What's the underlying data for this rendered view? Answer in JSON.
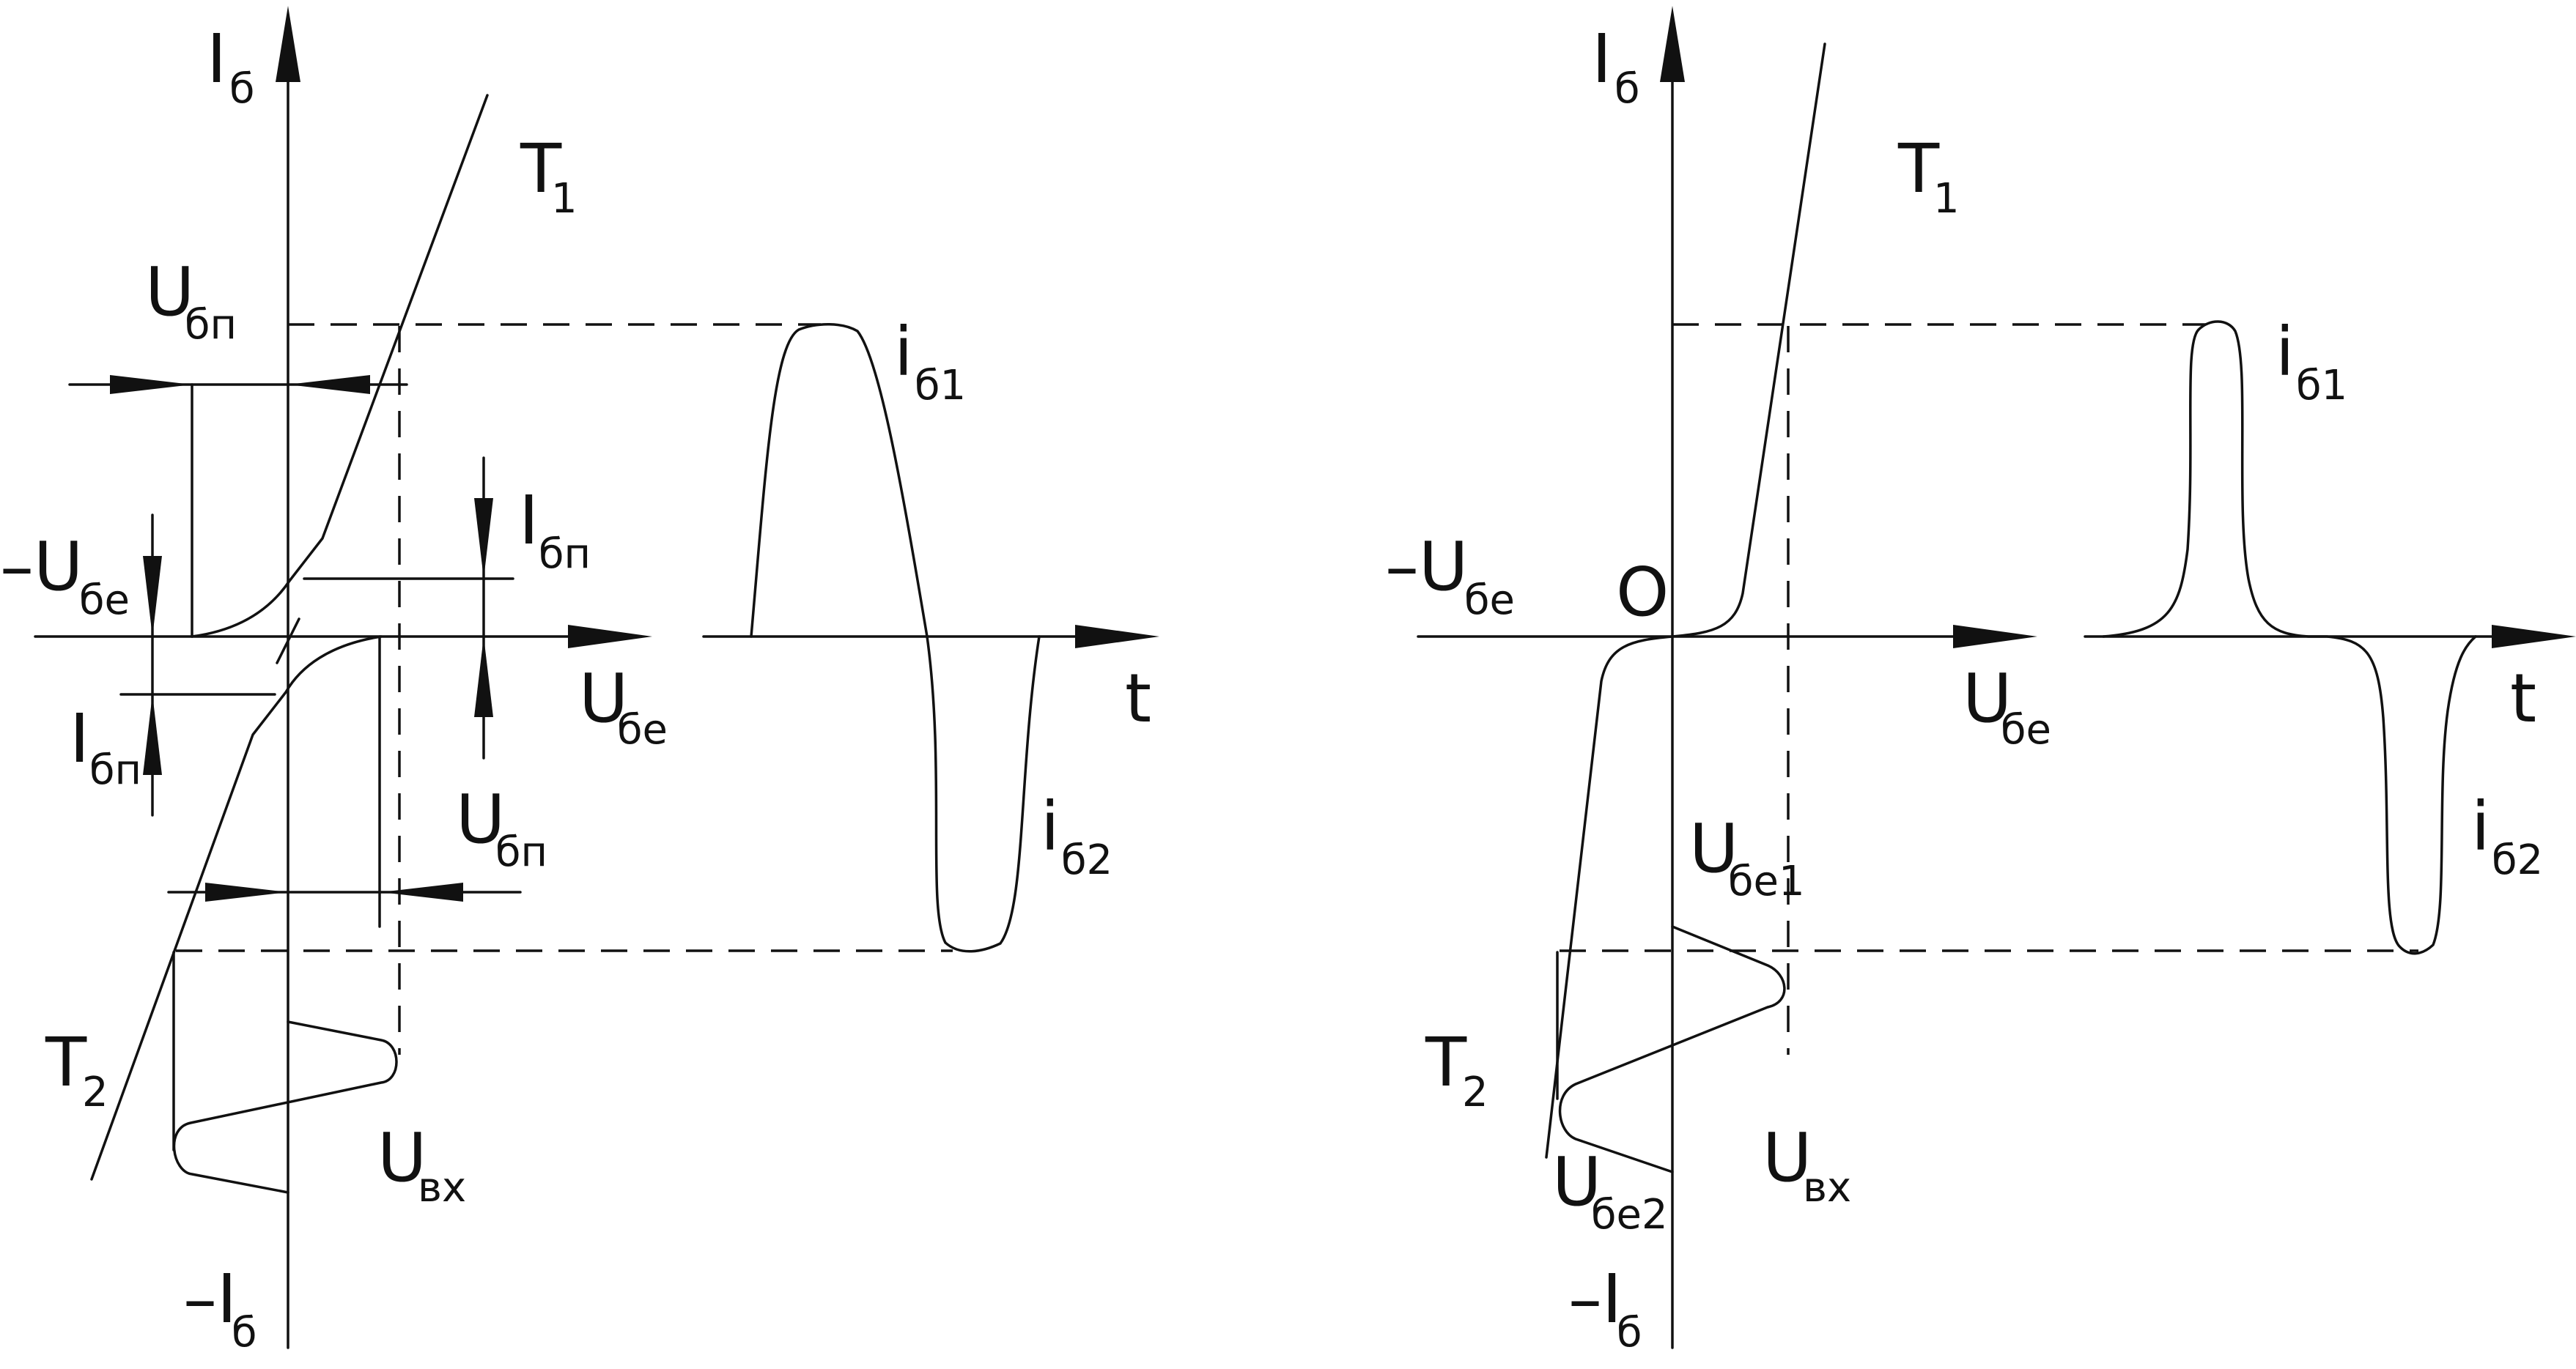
{
  "left_panel": {
    "axis_y_label": {
      "main": "I",
      "sub": "б"
    },
    "axis_y_neg_label": {
      "main": "–I",
      "sub": "б"
    },
    "axis_x_label": {
      "main": "U",
      "sub": "бe"
    },
    "time_axis_label": "t",
    "t1_label": {
      "main": "T",
      "sub": "1"
    },
    "t2_label": {
      "main": "T",
      "sub": "2"
    },
    "u_bp_top": {
      "main": "U",
      "sub": "бп"
    },
    "u_bp_bottom": {
      "main": "U",
      "sub": "бп"
    },
    "i_bp_top": {
      "main": "I",
      "sub": "бп"
    },
    "i_bp_bottom": {
      "main": "I",
      "sub": "бп"
    },
    "neg_u_be": {
      "main": "–U",
      "sub": "бe"
    },
    "u_in": {
      "main": "U",
      "sub": "вх"
    },
    "i_b1": {
      "main": "i",
      "sub": "б1"
    },
    "i_b2": {
      "main": "i",
      "sub": "б2"
    }
  },
  "right_panel": {
    "axis_y_label": {
      "main": "I",
      "sub": "б"
    },
    "axis_y_neg_label": {
      "main": "–I",
      "sub": "б"
    },
    "axis_x_label": {
      "main": "U",
      "sub": "бe"
    },
    "time_axis_label": "t",
    "origin_label": "O",
    "t1_label": {
      "main": "T",
      "sub": "1"
    },
    "t2_label": {
      "main": "T",
      "sub": "2"
    },
    "neg_u_be": {
      "main": "–U",
      "sub": "бe"
    },
    "u_be1": {
      "main": "U",
      "sub": "бe1"
    },
    "u_be2": {
      "main": "U",
      "sub": "бe2"
    },
    "u_in": {
      "main": "U",
      "sub": "вх"
    },
    "i_b1": {
      "main": "i",
      "sub": "б1"
    },
    "i_b2": {
      "main": "i",
      "sub": "б2"
    }
  }
}
